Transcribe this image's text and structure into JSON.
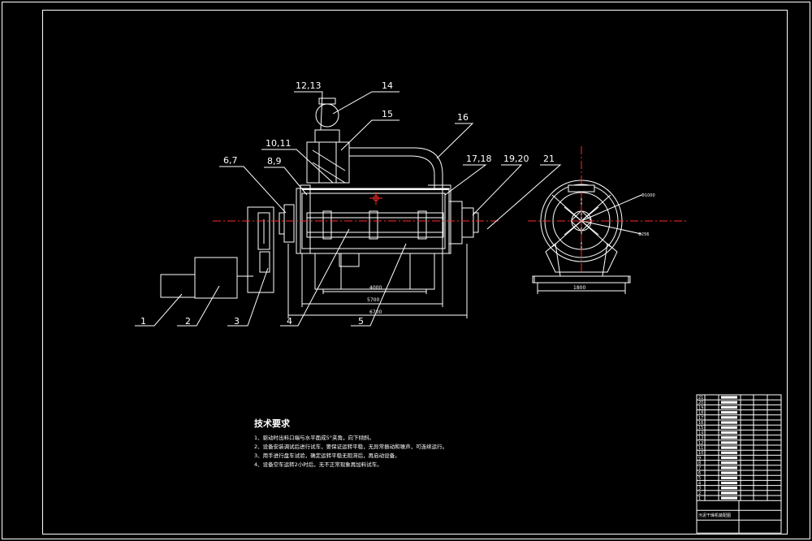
{
  "parts": [
    {
      "id": "p1",
      "label": "1"
    },
    {
      "id": "p2",
      "label": "2"
    },
    {
      "id": "p3",
      "label": "3"
    },
    {
      "id": "p4",
      "label": "4"
    },
    {
      "id": "p5",
      "label": "5"
    },
    {
      "id": "p67",
      "label": "6,7"
    },
    {
      "id": "p89",
      "label": "8,9"
    },
    {
      "id": "p1011",
      "label": "10,11"
    },
    {
      "id": "p1213",
      "label": "12,13"
    },
    {
      "id": "p14",
      "label": "14"
    },
    {
      "id": "p15",
      "label": "15"
    },
    {
      "id": "p16",
      "label": "16"
    },
    {
      "id": "p1718",
      "label": "17,18"
    },
    {
      "id": "p1920",
      "label": "19,20"
    },
    {
      "id": "p21",
      "label": "21"
    }
  ],
  "dimensions": {
    "d1": "4000",
    "d2": "5700",
    "d3": "6700",
    "d4": "1800",
    "d5": "Φ1000",
    "d6": "Φ256"
  },
  "tech_requirements": {
    "title": "技术要求",
    "lines": [
      "1、驱动时出料口端与水平面成5°夹角，向下倾斜。",
      "2、设备安装调试后进行试车，要保证运转平稳，无异常振动和噪声，可连续运行。",
      "3、用手进行盘车试验，确定运转平稳无阻滞后，再启动设备。",
      "4、设备空车运转2小时后，无不正常现象再加料试车。"
    ]
  },
  "title_block": {
    "rows": [
      "21",
      "20",
      "19",
      "18",
      "17",
      "16",
      "15",
      "14",
      "13",
      "12",
      "11",
      "10",
      "9",
      "8",
      "7",
      "6",
      "5",
      "4",
      "3",
      "2",
      "1"
    ],
    "drawing_name": "污泥干燥机装配图"
  }
}
